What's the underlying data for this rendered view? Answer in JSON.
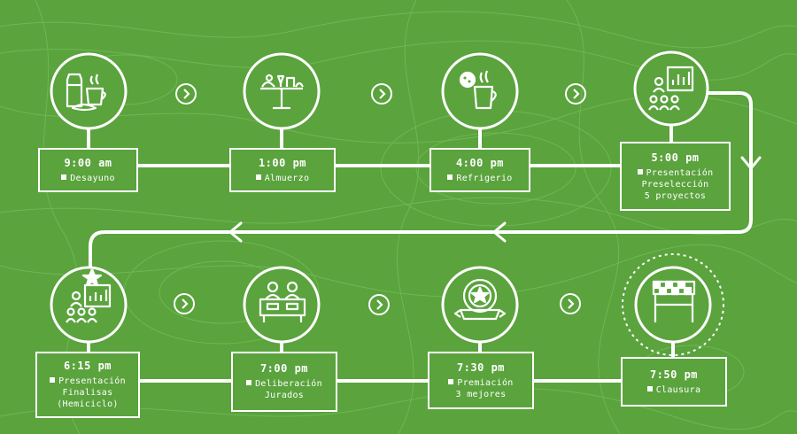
{
  "colors": {
    "background": "#5aa33d",
    "line": "#ffffff",
    "contour": "#6fb753"
  },
  "events": [
    {
      "time": "9:00 am",
      "label": "Desayuno",
      "icon": "breakfast-icon"
    },
    {
      "time": "1:00 pm",
      "label": "Almuerzo",
      "icon": "lunch-table-icon"
    },
    {
      "time": "4:00 pm",
      "label": "Refrigerio",
      "icon": "coffee-cookie-icon"
    },
    {
      "time": "5:00 pm",
      "label": "Presentación\nPreselección\n5 proyectos",
      "icon": "presentation-icon"
    },
    {
      "time": "6:15 pm",
      "label": "Presentación\nFinalisas\n(Hemiciclo)",
      "icon": "presentation-star-icon"
    },
    {
      "time": "7:00 pm",
      "label": "Deliberación\nJurados",
      "icon": "jury-icon"
    },
    {
      "time": "7:30 pm",
      "label": "Premiación\n3 mejores",
      "icon": "award-medal-icon"
    },
    {
      "time": "7:50 pm",
      "label": "Clausura",
      "icon": "finish-line-icon"
    }
  ]
}
